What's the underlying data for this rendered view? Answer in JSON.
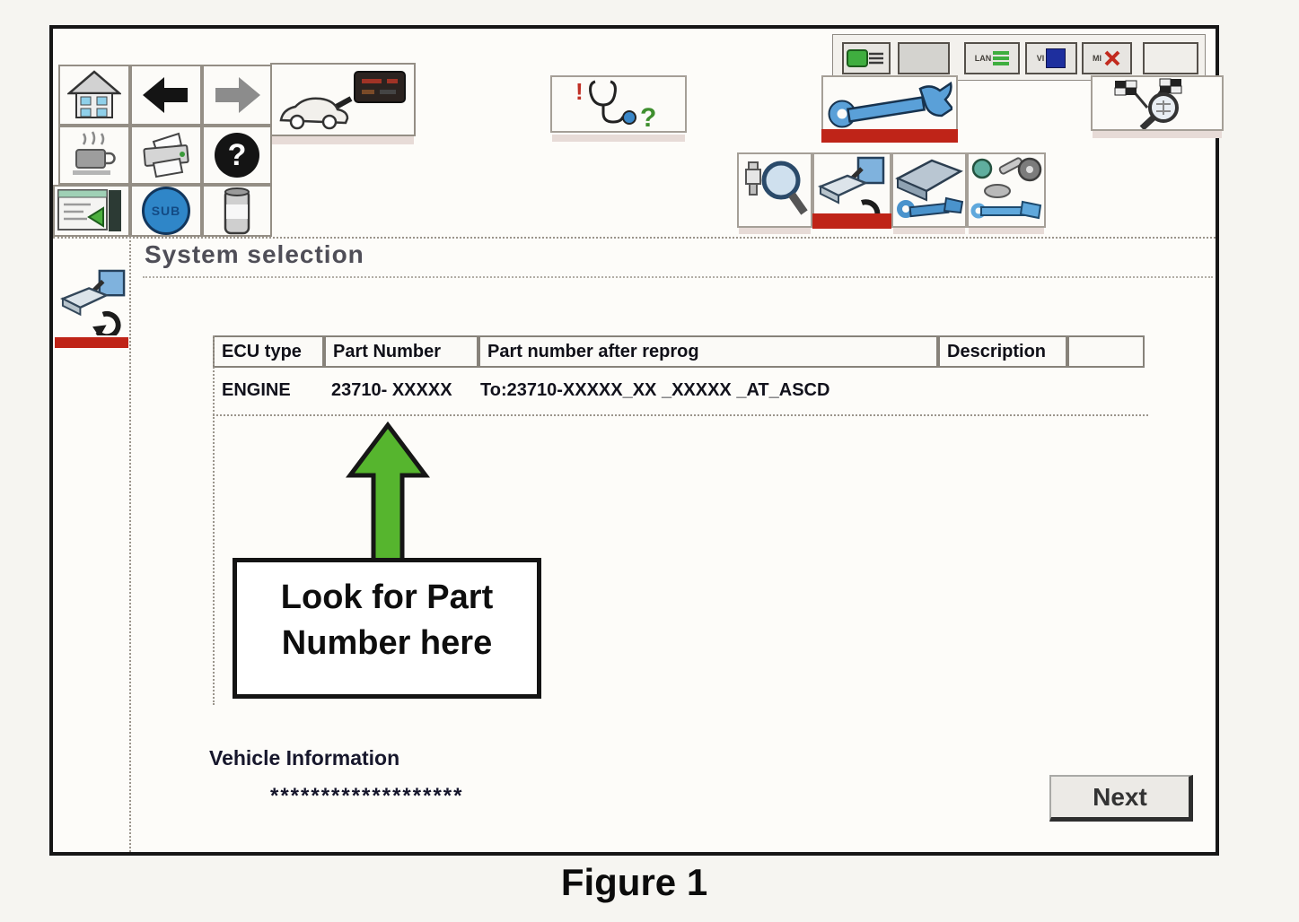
{
  "figure": {
    "caption": "Figure 1"
  },
  "window": {
    "screen_title": "System selection",
    "status_bar": {
      "lan_label": "LAN",
      "vi_label": "VI",
      "mi_label": "MI"
    },
    "toolbar": {
      "sub_label": "SUB",
      "help_glyph": "?"
    },
    "tabs": {
      "diagnosis_exclaim": "!",
      "diagnosis_question": "?"
    }
  },
  "table": {
    "headers": [
      "ECU type",
      "Part Number",
      "Part number after reprog",
      "Description",
      ""
    ],
    "rows": [
      {
        "ecu_type": "ENGINE",
        "part_number": "23710- XXXXX",
        "part_number_after_reprog": "To:23710-XXXXX_XX _XXXXX  _AT_ASCD",
        "description": ""
      }
    ]
  },
  "annotation": {
    "callout_line1": "Look for Part",
    "callout_line2": "Number here"
  },
  "vehicle_information": {
    "label": "Vehicle Information",
    "masked_value": "*******************"
  },
  "buttons": {
    "next": "Next"
  },
  "colors": {
    "accent_red": "#bf2418",
    "arrow_green": "#56b52e",
    "sub_blue": "#2f86c8",
    "status_green": "#3fae3f",
    "status_blue": "#1e2f9e",
    "status_red": "#c22a1e"
  },
  "icons": {
    "home-icon": "house with blue windows",
    "back-icon": "black left arrow",
    "forward-icon": "gray right arrow",
    "coffee-icon": "steaming cup",
    "printer-icon": "printer",
    "help-icon": "black circle question mark",
    "screen-copy-icon": "screen with green arrow",
    "sub-icon": "blue SUB circle",
    "battery-icon": "cylinder battery",
    "vehicle-connect-icon": "car with ECU connector",
    "diagnosis-icon": "stethoscope with question mark",
    "repair-icon": "blue wrench",
    "final-check-icon": "checkered flags with magnifier",
    "inspection-icon": "magnifier with spark plug",
    "reprogramming-icon": "device, screwdriver, ECU and refresh arrow",
    "ecu-repair-icon": "ECU slab with blue wrench",
    "tools-icon": "assorted parts and wrench",
    "vi-connector-icon": "green vehicle interface plug",
    "mi-x-icon": "red X"
  }
}
